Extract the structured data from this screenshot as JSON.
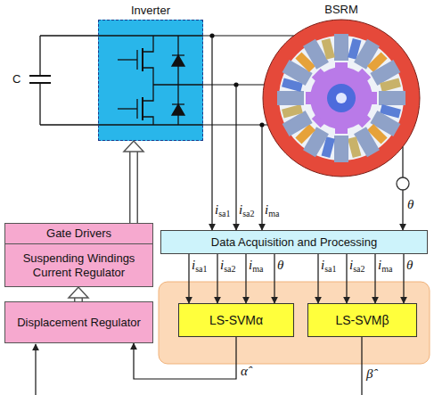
{
  "diagram": {
    "nodes": [
      {
        "text": [
          "Inverter"
        ]
      },
      {
        "text": [
          "BSRM"
        ]
      },
      {
        "text": [
          "Gate Drivers"
        ]
      },
      {
        "text": [
          "Suspending Windings Current Regulator"
        ]
      },
      {
        "text": [
          "Displacement Regulator"
        ]
      },
      {
        "text": [
          "Data Acquisition and Processing"
        ]
      },
      {
        "text": [
          "LS-SVMα"
        ]
      },
      {
        "text": [
          "LS-SVMβ"
        ]
      }
    ],
    "edges": [
      {
        "from": 0,
        "to": 1,
        "arrow": "none"
      },
      {
        "from": 0,
        "to": 1,
        "arrow": "none"
      },
      {
        "from": 0,
        "to": 1,
        "arrow": "none"
      },
      {
        "from": 2,
        "to": 0,
        "arrow": "to"
      },
      {
        "from": 4,
        "to": 3,
        "arrow": "to"
      },
      {
        "from": 1,
        "to": 5,
        "arrow": "to",
        "label": "θ"
      },
      {
        "from": 5,
        "to": 6,
        "arrow": "to",
        "label": "isa1"
      },
      {
        "from": 5,
        "to": 6,
        "arrow": "to",
        "label": "isa2"
      },
      {
        "from": 5,
        "to": 6,
        "arrow": "to",
        "label": "ima"
      },
      {
        "from": 5,
        "to": 6,
        "arrow": "to",
        "label": "θ"
      },
      {
        "from": 5,
        "to": 7,
        "arrow": "to",
        "label": "isa1"
      },
      {
        "from": 5,
        "to": 7,
        "arrow": "to",
        "label": "isa2"
      },
      {
        "from": 5,
        "to": 7,
        "arrow": "to",
        "label": "ima"
      },
      {
        "from": 5,
        "to": 7,
        "arrow": "to",
        "label": "θ"
      },
      {
        "from": 6,
        "to": 4,
        "arrow": "to",
        "label": "α̂"
      }
    ],
    "labels": [
      "C",
      "isa1",
      "isa2",
      "ima",
      "β̂"
    ]
  }
}
